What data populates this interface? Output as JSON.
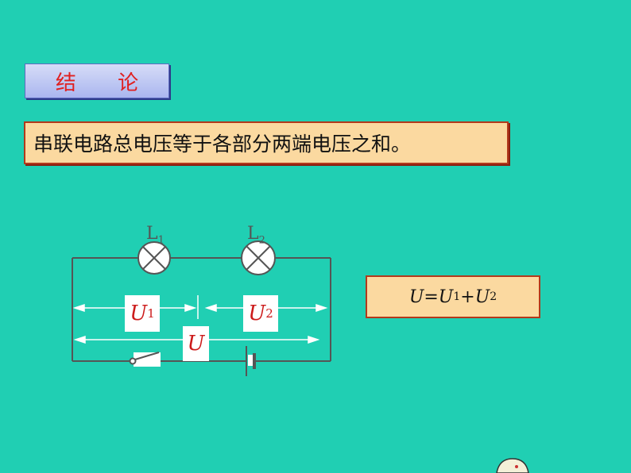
{
  "title": {
    "text": "结  论"
  },
  "conclusion": {
    "text": "串联电路总电压等于各部分两端电压之和。"
  },
  "formula": {
    "u": "U",
    "eq": "=",
    "u1": "U",
    "s1": "1",
    "plus": "+",
    "u2": "U",
    "s2": "2"
  },
  "circuit": {
    "lamp1": {
      "letter": "L",
      "sub": "1"
    },
    "lamp2": {
      "letter": "L",
      "sub": "2"
    },
    "voltage1": {
      "letter": "U",
      "sub": "1"
    },
    "voltage2": {
      "letter": "U",
      "sub": "2"
    },
    "total_voltage": {
      "letter": "U"
    }
  },
  "colors": {
    "background": "#20cfb3",
    "label_red": "#cc1a1a",
    "box_fill": "#fbd9a0",
    "box_border": "#b23a1c"
  }
}
